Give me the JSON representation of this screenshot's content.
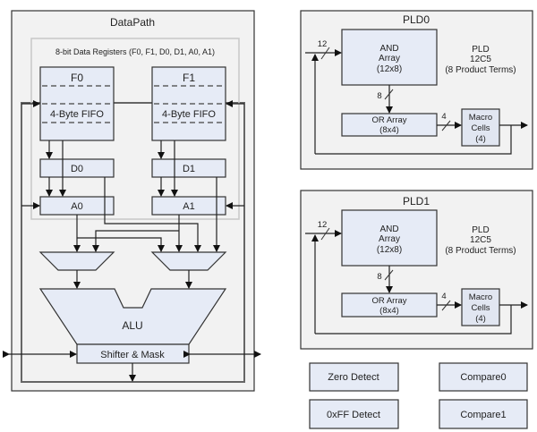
{
  "datapath": {
    "title": "DataPath",
    "registers_label": "8-bit Data Registers (F0, F1, D0, D1, A0, A1)",
    "fifo0": {
      "name": "F0",
      "label": "4-Byte FIFO"
    },
    "fifo1": {
      "name": "F1",
      "label": "4-Byte FIFO"
    },
    "d0": "D0",
    "d1": "D1",
    "a0": "A0",
    "a1": "A1",
    "alu": "ALU",
    "shifter": "Shifter & Mask"
  },
  "plds": [
    {
      "title": "PLD0",
      "and_array": [
        "AND",
        "Array",
        "(12x8)"
      ],
      "or_array": [
        "OR Array",
        "(8x4)"
      ],
      "macro_cells": [
        "Macro",
        "Cells",
        "(4)"
      ],
      "info": [
        "PLD",
        "12C5",
        "(8 Product Terms)"
      ],
      "bus_in": "12",
      "bus_and_or": "8",
      "bus_or_mc": "4"
    },
    {
      "title": "PLD1",
      "and_array": [
        "AND",
        "Array",
        "(12x8)"
      ],
      "or_array": [
        "OR Array",
        "(8x4)"
      ],
      "macro_cells": [
        "Macro",
        "Cells",
        "(4)"
      ],
      "info": [
        "PLD",
        "12C5",
        "(8 Product Terms)"
      ],
      "bus_in": "12",
      "bus_and_or": "8",
      "bus_or_mc": "4"
    }
  ],
  "blocks": {
    "zero_detect": "Zero Detect",
    "compare0": "Compare0",
    "ff_detect": "0xFF Detect",
    "compare1": "Compare1"
  }
}
